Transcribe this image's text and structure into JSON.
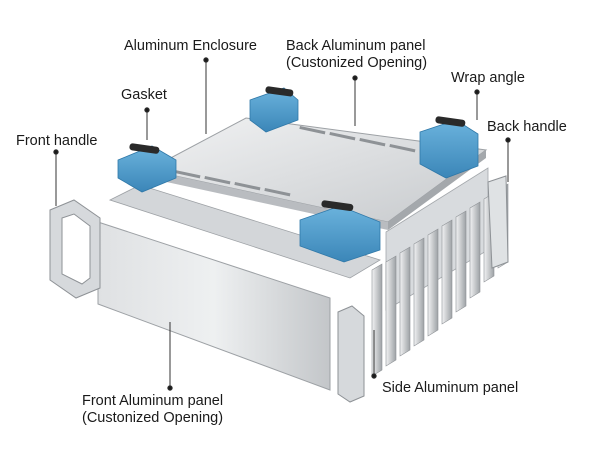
{
  "labels": {
    "aluminum_enclosure": "Aluminum Enclosure",
    "back_panel_line1": "Back Aluminum panel",
    "back_panel_line2": "(Custonized Opening)",
    "gasket": "Gasket",
    "wrap_angle": "Wrap angle",
    "front_handle": "Front handle",
    "back_handle": "Back handle",
    "front_panel_line1": "Front Aluminum panel",
    "front_panel_line2": "(Custonized  Opening)",
    "side_panel": "Side Aluminum panel"
  },
  "colors": {
    "accent_blue": "#4f9fd0",
    "accent_blue_dark": "#2f78a8",
    "aluminum_light": "#e6e8ea",
    "aluminum_mid": "#c9ccd0",
    "aluminum_dark": "#8e9296",
    "gasket_black": "#2a2a2a",
    "leader_line": "#333333"
  }
}
